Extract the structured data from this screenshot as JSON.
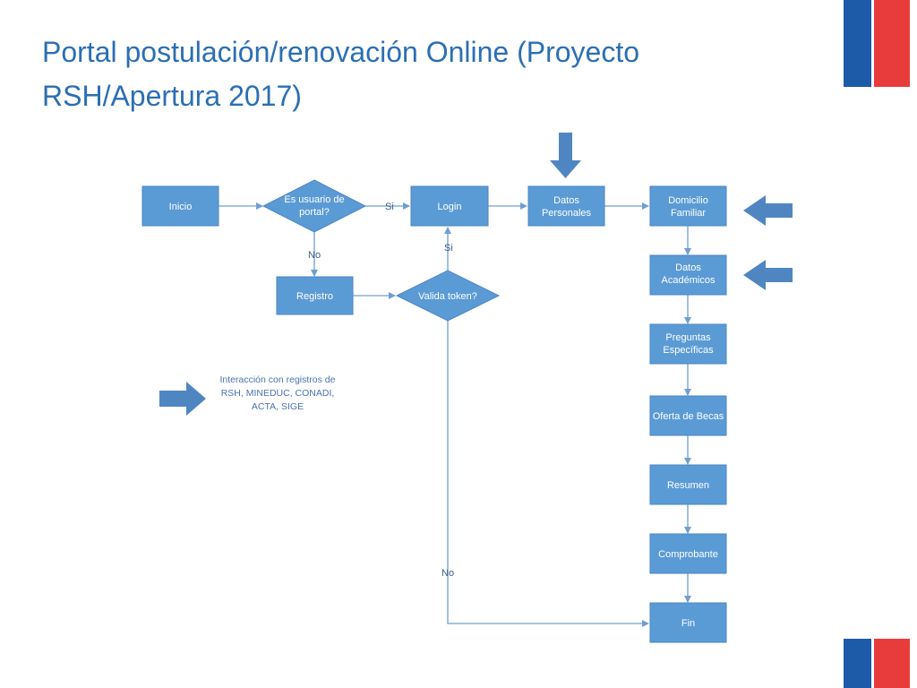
{
  "slide": {
    "title_line1": "Portal postulación/renovación Online (Proyecto",
    "title_line2": "RSH/Apertura 2017)"
  },
  "colors": {
    "box_fill": "#5b9bd5",
    "box_stroke": "#4a86c5",
    "connector": "#6f9fd0",
    "arrow_fill": "#4f86c2",
    "title": "#2b6fb3",
    "flag_blue": "#1d5aa8",
    "flag_red": "#e83c3c"
  },
  "nodes": {
    "inicio": "Inicio",
    "es_usuario_1": "Es usuario de",
    "es_usuario_2": "portal?",
    "login": "Login",
    "datos_personales_1": "Datos",
    "datos_personales_2": "Personales",
    "domicilio_1": "Domicilio",
    "domicilio_2": "Familiar",
    "registro": "Registro",
    "valida_token": "Valida token?",
    "datos_academicos_1": "Datos",
    "datos_academicos_2": "Académicos",
    "preguntas_1": "Preguntas",
    "preguntas_2": "Específicas",
    "oferta": "Oferta de Becas",
    "resumen": "Resumen",
    "comprobante": "Comprobante",
    "fin": "Fin"
  },
  "edge_labels": {
    "si_login": "Si",
    "no_registro": "No",
    "si_token": "Si",
    "no_token": "No"
  },
  "legend": {
    "line1": "Interacción con registros de",
    "line2": "RSH, MINEDUC, CONADI,",
    "line3": "ACTA, SIGE"
  }
}
